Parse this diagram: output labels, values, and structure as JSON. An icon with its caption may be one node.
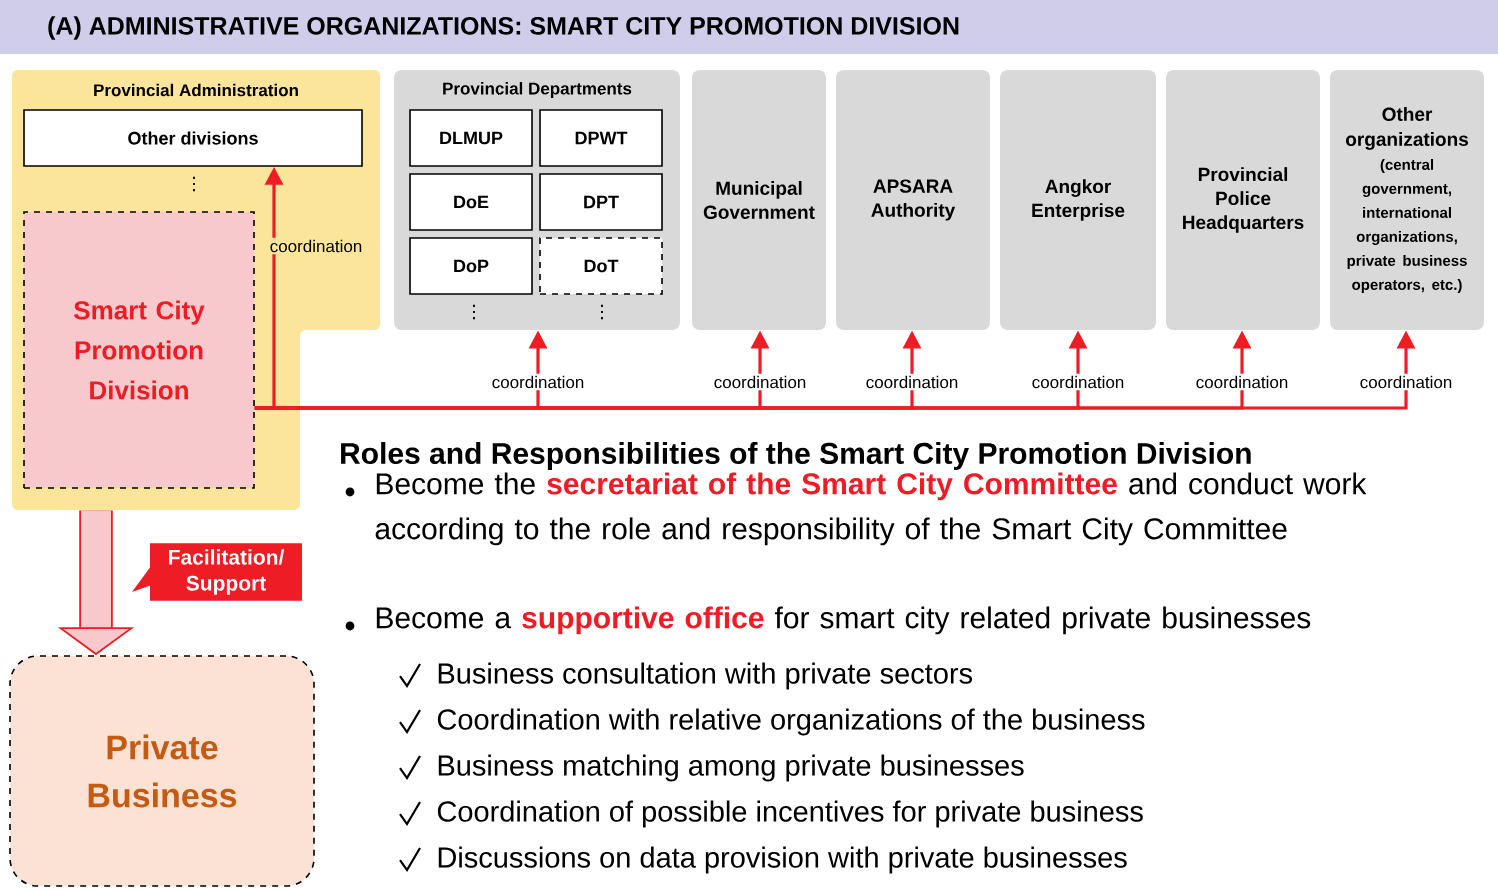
{
  "diagram": {
    "title": "(A) ADMINISTRATIVE ORGANIZATIONS: SMART CITY PROMOTION DIVISION",
    "nodes": [
      {
        "text": [
          "Provincial Administration"
        ]
      },
      {
        "text": [
          "Other divisions"
        ],
        "in": 0
      },
      {
        "text": [
          "Smart City Promotion Division"
        ],
        "in": 0
      },
      {
        "text": [
          "Provincial Departments"
        ]
      },
      {
        "text": [
          "DLMUP"
        ],
        "in": 3
      },
      {
        "text": [
          "DPWT"
        ],
        "in": 3
      },
      {
        "text": [
          "DoE"
        ],
        "in": 3
      },
      {
        "text": [
          "DPT"
        ],
        "in": 3
      },
      {
        "text": [
          "DoP"
        ],
        "in": 3
      },
      {
        "text": [
          "DoT"
        ],
        "in": 3
      },
      {
        "text": [
          "Municipal Government"
        ]
      },
      {
        "text": [
          "APSARA Authority"
        ]
      },
      {
        "text": [
          "Angkor Enterprise"
        ]
      },
      {
        "text": [
          "Provincial Police Headquarters"
        ]
      },
      {
        "text": [
          "Other organizations",
          "(central government, international organizations, private business operators, etc.)"
        ]
      },
      {
        "text": [
          "Private Business"
        ]
      }
    ],
    "edges": [
      {
        "from": 2,
        "to": 1,
        "arrow": "to",
        "label": "coordination"
      },
      {
        "from": 2,
        "to": 3,
        "arrow": "to",
        "label": "coordination"
      },
      {
        "from": 2,
        "to": 10,
        "arrow": "to",
        "label": "coordination"
      },
      {
        "from": 2,
        "to": 11,
        "arrow": "to",
        "label": "coordination"
      },
      {
        "from": 2,
        "to": 12,
        "arrow": "to",
        "label": "coordination"
      },
      {
        "from": 2,
        "to": 13,
        "arrow": "to",
        "label": "coordination"
      },
      {
        "from": 2,
        "to": 14,
        "arrow": "to",
        "label": "coordination"
      },
      {
        "from": 0,
        "to": 15,
        "arrow": "to",
        "label": "Facilitation/ Support",
        "style": "thick"
      }
    ],
    "labels": [
      "⋮",
      "⋮",
      "⋮",
      "Roles and Responsibilities of the Smart City Promotion Division",
      "Become the **secretariat of the Smart City Committee** and conduct work according to the role and responsibility of the Smart City Committee",
      "Become a **supportive office** for smart city related private businesses",
      "Business consultation with private sectors",
      "Coordination with relative organizations of the business",
      "Business matching among private businesses",
      "Coordination of possible incentives for private business",
      "Discussions on data provision with private businesses"
    ]
  }
}
